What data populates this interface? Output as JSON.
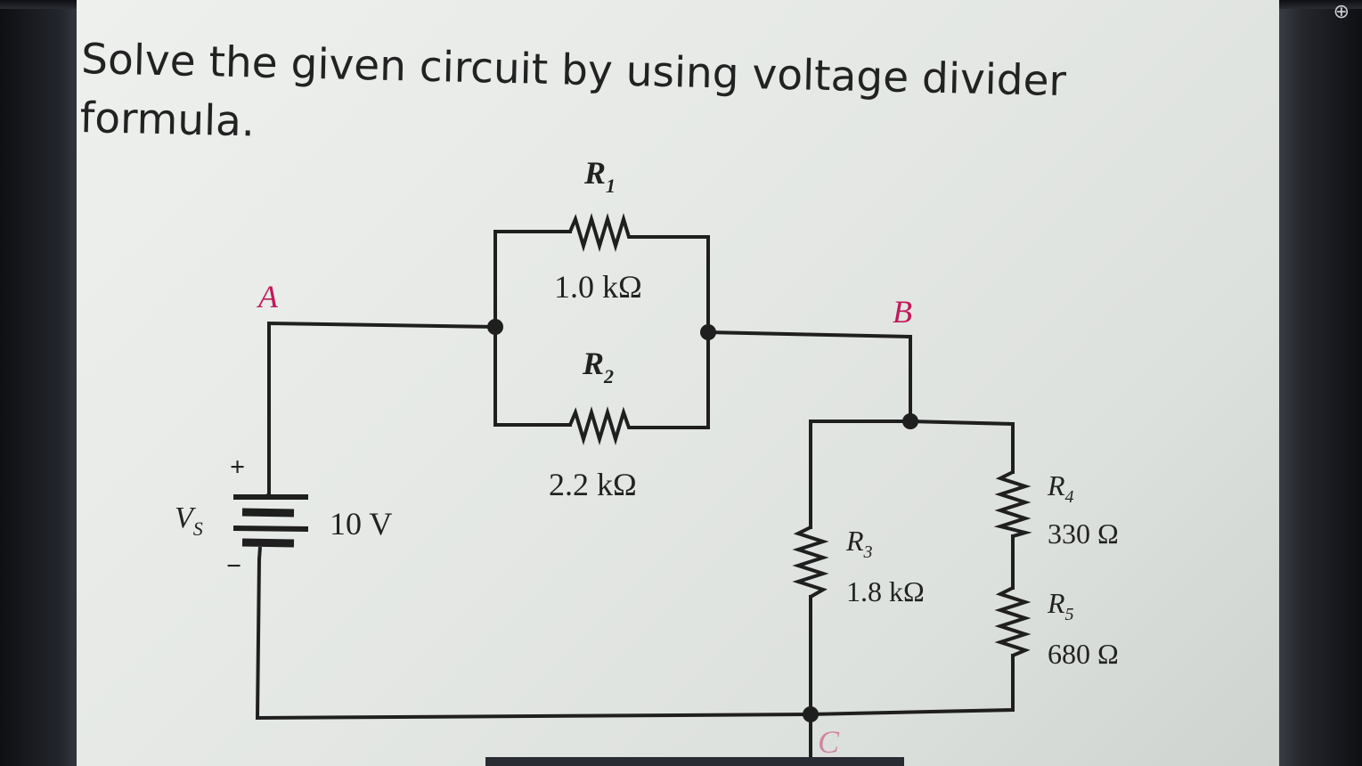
{
  "title": "Solve the given circuit by using voltage divider formula.",
  "icons": {
    "corner": "add-account-icon"
  },
  "circuit": {
    "nodes": {
      "a": "A",
      "b": "B",
      "c": "C"
    },
    "source": {
      "name": "V",
      "subscript": "S",
      "value": "10 V",
      "plus": "+",
      "minus": "−"
    },
    "r1": {
      "name": "R",
      "subscript": "1",
      "value": "1.0 kΩ"
    },
    "r2": {
      "name": "R",
      "subscript": "2",
      "value": "2.2 kΩ"
    },
    "r3": {
      "name": "R",
      "subscript": "3",
      "value": "1.8 kΩ"
    },
    "r4": {
      "name": "R",
      "subscript": "4",
      "value": "330 Ω"
    },
    "r5": {
      "name": "R",
      "subscript": "5",
      "value": "680 Ω"
    }
  },
  "colors": {
    "node_label": "#c2185b",
    "wire": "#1f1f1f",
    "text": "#222222"
  }
}
